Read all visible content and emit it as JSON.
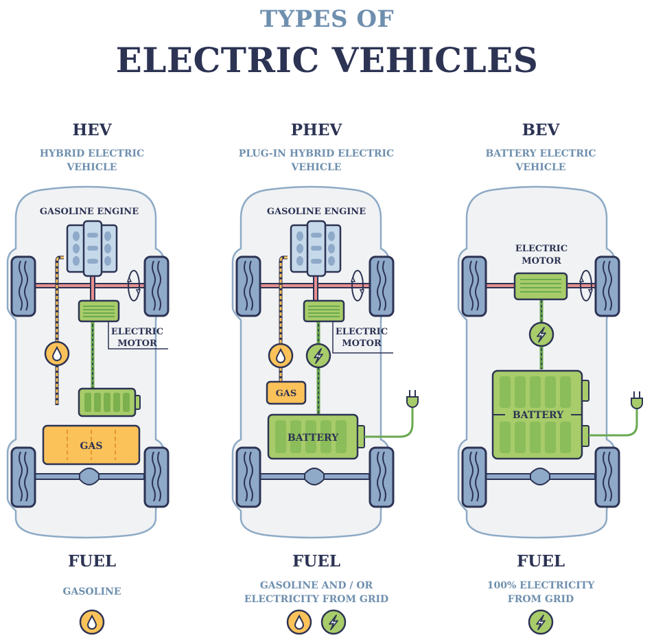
{
  "header": {
    "title_top": "TYPES OF",
    "title_main": "ELECTRIC VEHICLES"
  },
  "vehicles": [
    {
      "abbr": "HEV",
      "name_line1": "HYBRID ELECTRIC",
      "name_line2": "VEHICLE",
      "labels": {
        "engine": "GASOLINE ENGINE",
        "motor_line1": "ELECTRIC",
        "motor_line2": "MOTOR",
        "gas": "GAS"
      },
      "fuel_title": "FUEL",
      "fuel_line1": "GASOLINE",
      "fuel_line2": "",
      "fuel_icons": [
        "fuel-drop-icon"
      ]
    },
    {
      "abbr": "PHEV",
      "name_line1": "PLUG-IN HYBRID ELECTRIC",
      "name_line2": "VEHICLE",
      "labels": {
        "engine": "GASOLINE ENGINE",
        "motor_line1": "ELECTRIC",
        "motor_line2": "MOTOR",
        "gas": "GAS",
        "battery": "BATTERY"
      },
      "fuel_title": "FUEL",
      "fuel_line1": "GASOLINE AND / OR",
      "fuel_line2": "ELECTRICITY FROM GRID",
      "fuel_icons": [
        "fuel-drop-icon",
        "lightning-icon"
      ]
    },
    {
      "abbr": "BEV",
      "name_line1": "BATTERY ELECTRIC",
      "name_line2": "VEHICLE",
      "labels": {
        "motor_line1": "ELECTRIC",
        "motor_line2": "MOTOR",
        "battery": "BATTERY"
      },
      "fuel_title": "FUEL",
      "fuel_line1": "100% ELECTRICITY",
      "fuel_line2": "FROM GRID",
      "fuel_icons": [
        "lightning-icon"
      ]
    }
  ],
  "colors": {
    "title_dark": "#2c3353",
    "title_light": "#6e8fae",
    "gas": "#fbc25a",
    "electric": "#a8cc6a",
    "electric_dark": "#6aa84f",
    "drive_axle": "#e88f8f",
    "tire": "#8fa9c9",
    "engine": "#c6d9ea",
    "car_body": "#f1f2f4",
    "car_outline": "#8daac6"
  }
}
